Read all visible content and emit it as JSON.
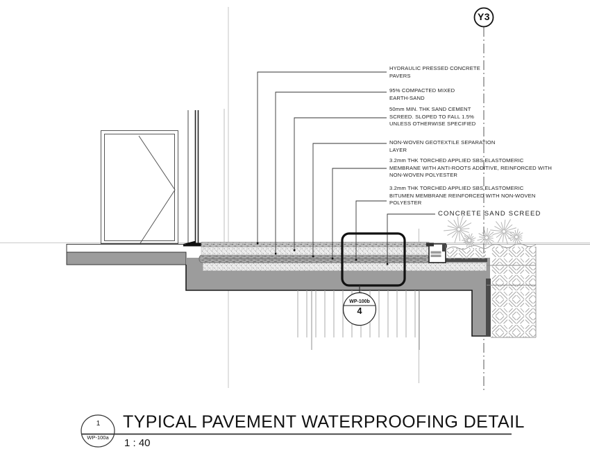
{
  "drawing": {
    "grid_bubble": {
      "label": "Y3"
    },
    "annotations": [
      {
        "lines": [
          "HYDRAULIC PRESSED CONCRETE",
          "PAVERS"
        ]
      },
      {
        "lines": [
          "95% COMPACTED MIXED",
          "EARTH-SAND"
        ]
      },
      {
        "lines": [
          "50mm MIN. THK SAND CEMENT",
          "SCREED. SLOPED TO FALL 1.5%",
          "UNLESS OTHERWISE SPECIFIED"
        ]
      },
      {
        "lines": [
          "NON-WOVEN GEOTEXTILE SEPARATION",
          "LAYER"
        ]
      },
      {
        "lines": [
          "3.2mm THK TORCHED APPLIED SBS ELASTOMERIC",
          "MEMBRANE WITH ANTI-ROOTS ADDITIVE, REINFORCED WITH",
          "NON-WOVEN POLYESTER"
        ]
      },
      {
        "lines": [
          "3.2mm THK TORCHED APPLIED SBS ELASTOMERIC",
          "BITUMEN MEMBRANE REINFORCED WITH NON-WOVEN",
          "POLYESTER"
        ]
      },
      {
        "lines": [
          "CONCRETE SAND SCREED"
        ]
      }
    ],
    "detail_callout": {
      "sheet": "WP-100b",
      "number": "4"
    },
    "title_block": {
      "number": "1",
      "sheet": "WP-100a",
      "title": "TYPICAL PAVEMENT WATERPROOFING DETAIL",
      "scale": "1 : 40"
    }
  },
  "colors": {
    "line": "#1a1a1a",
    "concrete_gray": "#9c9c9c",
    "hatch_gray": "#a3a3a3",
    "faint_line": "#c9c9c9"
  }
}
